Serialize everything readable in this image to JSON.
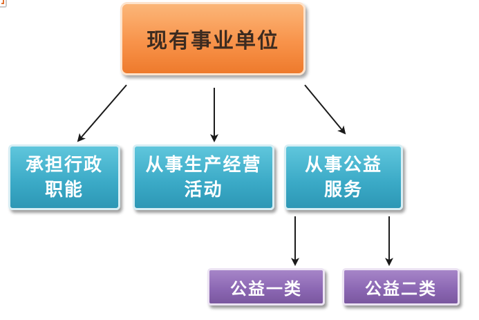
{
  "diagram": {
    "root": {
      "label": "现有事业单位"
    },
    "level2": [
      {
        "label": "承担行政\n职能"
      },
      {
        "label": "从事生产经营\n活动"
      },
      {
        "label": "从事公益\n服务"
      }
    ],
    "level3": [
      {
        "label": "公益一类"
      },
      {
        "label": "公益二类"
      }
    ],
    "edges": [
      {
        "from": "现有事业单位",
        "to": "承担行政\n职能"
      },
      {
        "from": "现有事业单位",
        "to": "从事生产经营\n活动"
      },
      {
        "from": "现有事业单位",
        "to": "从事公益\n服务"
      },
      {
        "from": "从事公益\n服务",
        "to": "公益一类"
      },
      {
        "from": "从事公益\n服务",
        "to": "公益二类"
      }
    ]
  },
  "colors": {
    "root_fill": "#f8934a",
    "level2_fill": "#3aa9c6",
    "level3_fill": "#8a66b2",
    "arrow": "#1a1a1a"
  }
}
